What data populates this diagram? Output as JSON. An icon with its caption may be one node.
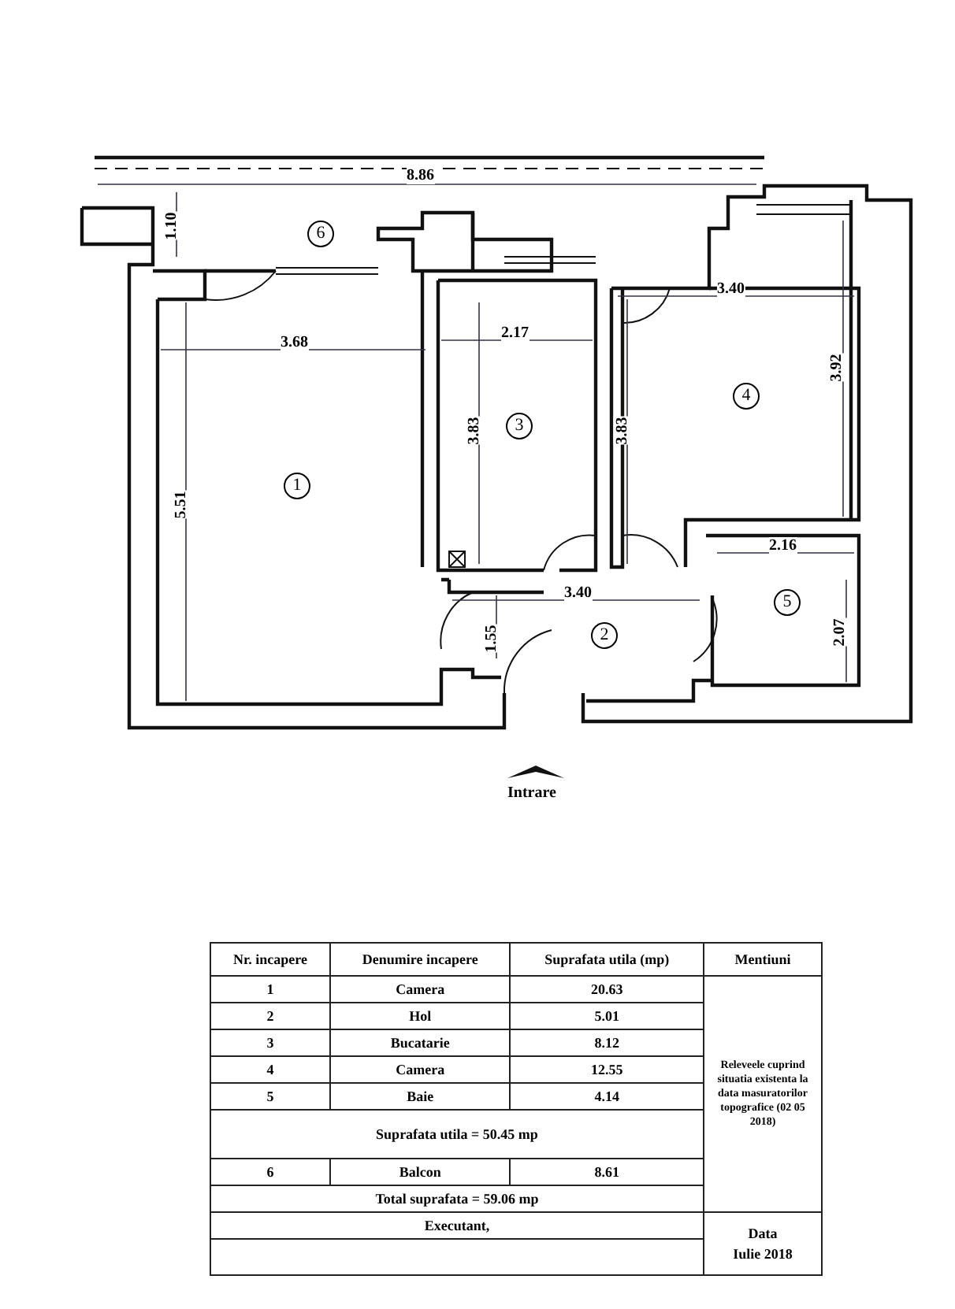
{
  "diagram": {
    "labels": [
      "8.86",
      "6",
      "1.10",
      "3.68",
      "2.17",
      "3.40",
      "3.83",
      "3",
      "3.83",
      "4",
      "3.92",
      "1",
      "5.51",
      "2.16",
      "3.40",
      "5",
      "1.55",
      "2",
      "2.07",
      "Intrare",
      "Nr. incapere",
      "Denumire incapere",
      "Suprafata utila (mp)",
      "Mentiuni",
      "1",
      "Camera",
      "20.63",
      "Releveele cuprind situatia existenta la data masuratorilor topografice (02 05 2018)",
      "2",
      "Hol",
      "5.01",
      "3",
      "Bucatarie",
      "8.12",
      "4",
      "Camera",
      "12.55",
      "5",
      "Baie",
      "4.14",
      "Suprafata utila = 50.45 mp",
      "6",
      "Balcon",
      "8.61",
      "Total suprafata = 59.06 mp",
      "Executant,",
      "Data",
      "Iulie 2018"
    ]
  }
}
